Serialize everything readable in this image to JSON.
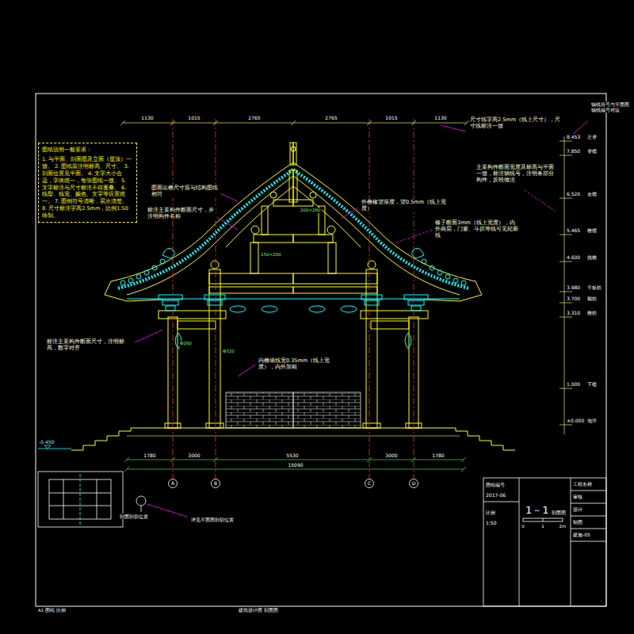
{
  "diagram": {
    "nodes": [
      {
        "text": [
          "图纸说明一般要求：",
          "1. 与平面、剖面图及立面（屋顶）一致。 2. 图纸应注明标高、尺寸。 3. 剖面位置见平面。 4. 文字大小合适，字体统一，每张图纸一致。 5. 文字标注与尺寸标注不得重叠。 6. 线型、线宽、颜色、文字等设置统一。 7. 图例符号清晰，层次清楚。 8. 尺寸标注字高2.5mm，比例1:50绘制。"
        ]
      }
    ],
    "labels": [
      "1130",
      "1015",
      "2765",
      "2765",
      "1015",
      "1130",
      "1780",
      "3000",
      "5530",
      "3000",
      "1780",
      "15090",
      "A",
      "B",
      "C",
      "D",
      "8.453",
      "7.850",
      "6.520",
      "5.465",
      "4.600",
      "3.980",
      "3.700",
      "3.310",
      "1.000",
      "±0.000",
      "正脊",
      "脊檩",
      "金檩",
      "檐檩",
      "挑檐",
      "平板枋",
      "额枋",
      "檐枋",
      "下槛",
      "地坪",
      "尺寸线字高2.5mm（线上尺寸），尺寸线标注一致",
      "轴线符号与平面图轴线编号对应",
      "主要构件断面宽度及标高与平面一致，标注轴线号，注明各部分构件，反映做法",
      "图面出檐尺寸应与结构图纸相符",
      "标注主要构件断面尺寸，并注明构件名称",
      "外檐椽望厚度，望0.5mm（线上宽度）",
      "椽子断面3mm（线上宽度），内外两层，门窗、斗拱等线可见轮廓线",
      "标注主要构件断面尺寸，注明标高，数字对齐",
      "内檐墙线宽0.35mm（线上宽度），内外加粗",
      "剖面剖切位置",
      "详见平面图剖切位置",
      "-0.450",
      "图纸编号",
      "2017-06",
      "比例",
      "1:50",
      "1－1",
      "剖面图",
      "0",
      "1",
      "2m",
      "工程名称",
      "审核",
      "设计",
      "制图",
      "建施-05",
      "A1 图纸 比例",
      "建筑设计图 剖面图",
      "Φ280",
      "Φ320",
      "150×200",
      "200×280"
    ]
  }
}
